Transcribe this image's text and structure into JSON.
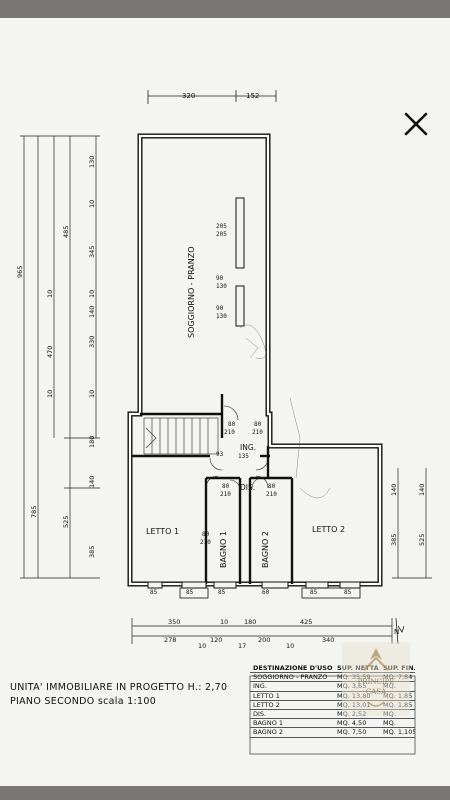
{
  "plan": {
    "room_soggiorno": "SOGGIORNO - PRANZO",
    "room_letto1": "LETTO 1",
    "room_letto2": "LETTO 2",
    "room_bagno1": "BAGNO 1",
    "room_bagno2": "BAGNO 2",
    "label_ing": "ING.",
    "label_dis": "DIS.",
    "north": "N"
  },
  "caption": {
    "line1": "UNITA' IMMOBILIARE IN PROGETTO H.: 2,70",
    "line2": "PIANO SECONDO scala 1:100"
  },
  "table": {
    "headers": [
      "DESTINAZIONE D'USO",
      "SUP. NETTA",
      "SUP. FIN."
    ],
    "rows": [
      [
        "SOGGIORNO - PRANZO",
        "MQ. 35,59",
        "MQ. 7,84"
      ],
      [
        "ING.",
        "MQ. 3,65",
        "MQ."
      ],
      [
        "LETTO 1",
        "MQ. 13,80",
        "MQ. 1,85"
      ],
      [
        "LETTO 2",
        "MQ. 13,01",
        "MQ. 1,85"
      ],
      [
        "DIS.",
        "MQ. 2,52",
        "MQ."
      ],
      [
        "BAGNO 1",
        "MQ. 4,50",
        "MQ."
      ],
      [
        "BAGNO 2",
        "MQ. 7,50",
        "MQ. 1,105"
      ]
    ]
  },
  "logo_text": "PRINCIPE CASA",
  "icons": {
    "close": "close-icon"
  }
}
